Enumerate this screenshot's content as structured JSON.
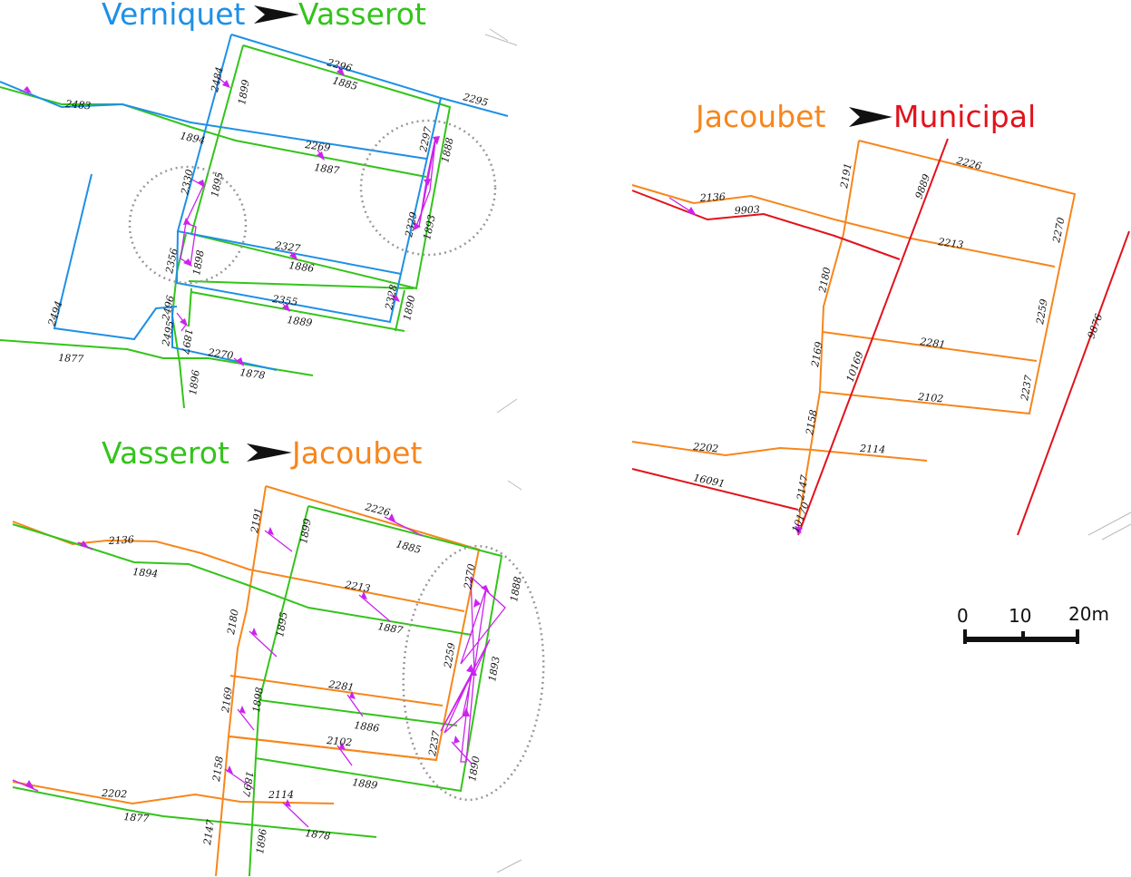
{
  "colors": {
    "verniquet": "#1e90e6",
    "vasserot": "#33c41a",
    "jacoubet": "#f7861c",
    "municipal": "#e2121b",
    "link": "#cc22ee",
    "circle": "#999999",
    "arrow": "#111111"
  },
  "panels": {
    "top_left": {
      "title_from": "Verniquet",
      "title_to": "Vasserot",
      "labels": [
        "2296",
        "1885",
        "2295",
        "2483",
        "2484",
        "1899",
        "1894",
        "2269",
        "1887",
        "2297",
        "1888",
        "2330",
        "1895",
        "2329",
        "1893",
        "2327",
        "1886",
        "2356",
        "1898",
        "2494",
        "2496",
        "2355",
        "1889",
        "2328",
        "1890",
        "2495",
        "1897",
        "1877",
        "2270",
        "1878",
        "1896"
      ]
    },
    "bottom_left": {
      "title_from": "Vasserot",
      "title_to": "Jacoubet",
      "labels": [
        "2226",
        "1885",
        "2136",
        "1894",
        "2191",
        "1899",
        "2213",
        "1887",
        "2270",
        "1888",
        "2180",
        "1895",
        "2259",
        "2281",
        "1886",
        "1893",
        "2169",
        "1898",
        "2102",
        "1889",
        "2237",
        "1890",
        "2158",
        "1897",
        "2202",
        "2114",
        "1877",
        "1878",
        "2147",
        "1896"
      ]
    },
    "right": {
      "title_from": "Jacoubet",
      "title_to": "Municipal",
      "labels": [
        "2226",
        "2191",
        "9889",
        "2136",
        "9903",
        "2270",
        "2213",
        "2180",
        "2259",
        "9876",
        "2169",
        "2281",
        "10169",
        "2237",
        "2102",
        "2158",
        "2202",
        "2114",
        "16091",
        "2147",
        "10170"
      ]
    }
  },
  "scale_bar": {
    "ticks": [
      "0",
      "10",
      "20m"
    ]
  }
}
